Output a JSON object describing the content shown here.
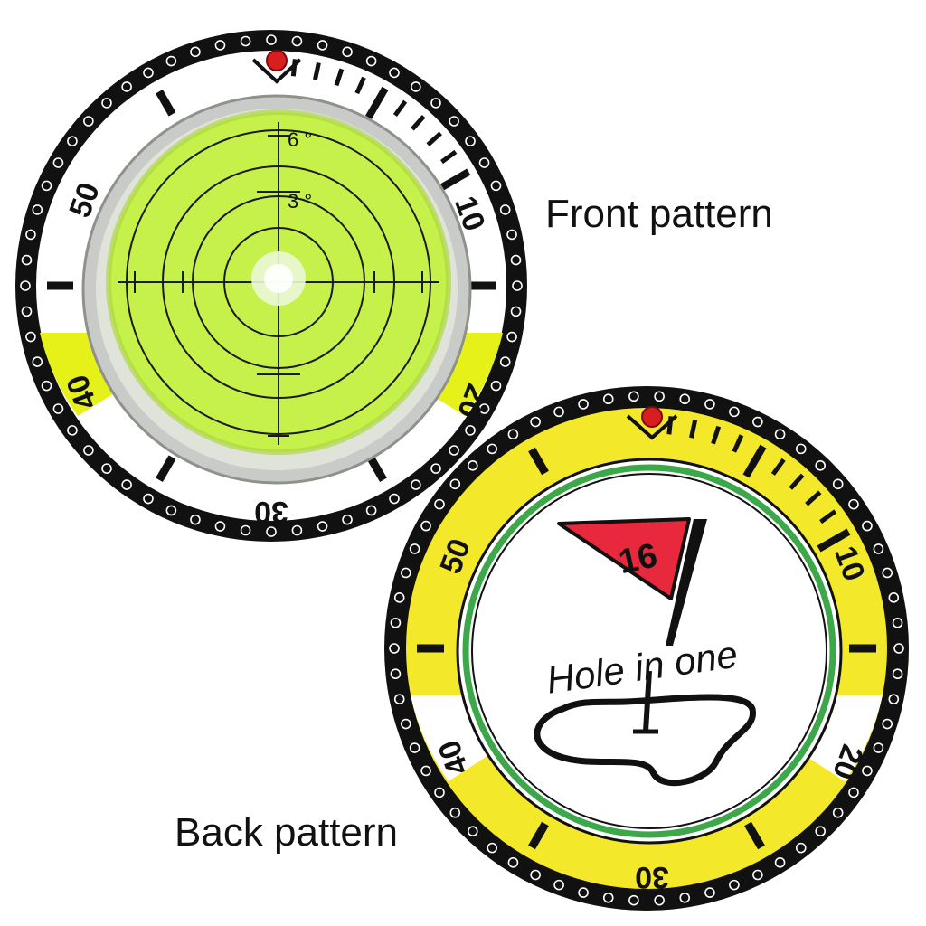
{
  "front": {
    "caption": "Front pattern",
    "bezel_numbers": {
      "n10": "10",
      "n20": "20",
      "n30": "30",
      "n40": "40",
      "n50": "50"
    },
    "level_labels": {
      "six_degrees": "6 °",
      "three_degrees": "3 °"
    },
    "colors": {
      "bezel": "#ffffff",
      "accent": "#e6f019",
      "vial": "#c8f04a",
      "outer": "#111111",
      "pin": "#d81e1e"
    }
  },
  "back": {
    "caption": "Back pattern",
    "bezel_numbers": {
      "n10": "10",
      "n20": "20",
      "n30": "30",
      "n40": "40",
      "n50": "50"
    },
    "flag_number": "16",
    "slogan": "Hole in one",
    "colors": {
      "bezel": "#f4e82a",
      "ring": "#3ca84a",
      "flag": "#e8283c",
      "outer": "#111111",
      "pin": "#d81e1e"
    }
  }
}
